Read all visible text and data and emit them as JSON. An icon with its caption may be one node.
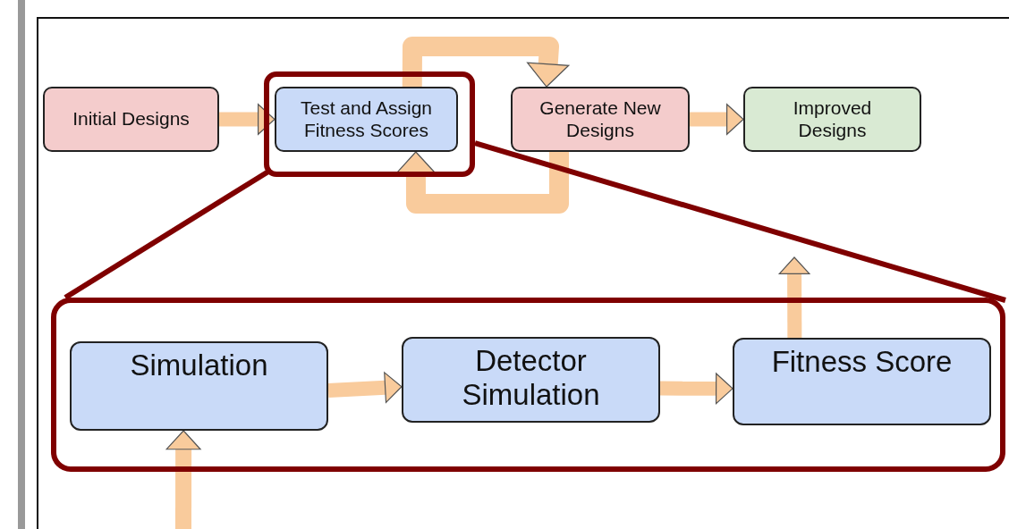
{
  "diagram": {
    "nodes": [
      {
        "text": [
          "Initial Designs"
        ]
      },
      {
        "text": [],
        "shape": "box"
      },
      {
        "text": [
          "Test and Assign Fitness Scores"
        ],
        "in": 1
      },
      {
        "text": [
          "Generate New Designs"
        ]
      },
      {
        "text": [
          "Improved Designs"
        ]
      },
      {
        "text": [],
        "shape": "box"
      },
      {
        "text": [
          "Simulation"
        ],
        "in": 5
      },
      {
        "text": [
          "Detector Simulation"
        ],
        "in": 5
      },
      {
        "text": [
          "Fitness Score"
        ],
        "in": 5
      }
    ],
    "edges": [
      {
        "from": 0,
        "to": 2,
        "arrow": "to"
      },
      {
        "from": 2,
        "to": 3,
        "arrow": "to"
      },
      {
        "from": 3,
        "to": 2,
        "arrow": "to"
      },
      {
        "from": 3,
        "to": 4,
        "arrow": "to"
      },
      {
        "from": 6,
        "to": 7,
        "arrow": "to"
      },
      {
        "from": 7,
        "to": 8,
        "arrow": "to"
      },
      {
        "from": 8,
        "to": null,
        "arrow": "to"
      },
      {
        "from": null,
        "to": 6,
        "arrow": "to"
      },
      {
        "from": 1,
        "to": 5,
        "arrow": "none",
        "color": "#7f0000"
      },
      {
        "from": 1,
        "to": 5,
        "arrow": "none",
        "color": "#7f0000"
      }
    ]
  }
}
